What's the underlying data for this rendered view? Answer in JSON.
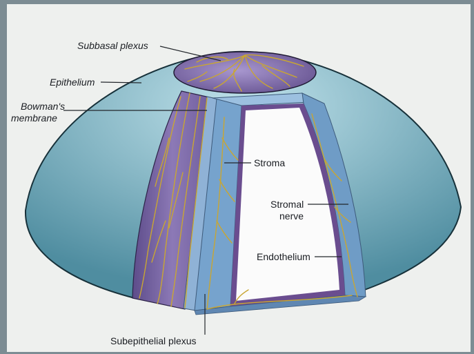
{
  "colors": {
    "page_border": "#7c8c93",
    "paper": "#eef0ee",
    "dome_outer": "#4f8da0",
    "dome_inner": "#bfe1ea",
    "epithelium_purple": "#7e6ba8",
    "bowman_blue": "#8fb2d6",
    "stroma_blue": "#6f9cc6",
    "endothelium_purple": "#6a4d8f",
    "nerve": "#c9a632",
    "leader_line": "#22262b"
  },
  "labels": {
    "subbasal_plexus": "Subbasal plexus",
    "epithelium": "Epithelium",
    "bowmans_line1": "Bowman's",
    "bowmans_line2": "membrane",
    "stroma": "Stroma",
    "stromal_nerve_line1": "Stromal",
    "stromal_nerve_line2": "nerve",
    "endothelium": "Endothelium",
    "subepithelial_plexus": "Subepithelial plexus"
  }
}
